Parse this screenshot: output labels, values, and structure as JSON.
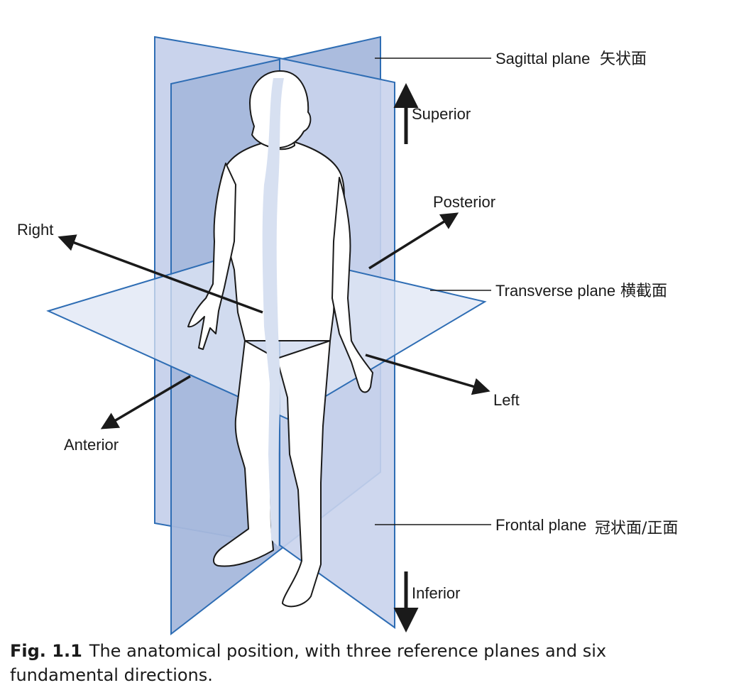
{
  "labels": {
    "sagittal": "Sagittal plane",
    "sagittal_cn": "矢状面",
    "transverse": "Transverse plane",
    "transverse_cn": "横截面",
    "frontal": "Frontal plane",
    "frontal_cn": "冠状面/正面",
    "superior": "Superior",
    "inferior": "Inferior",
    "posterior": "Posterior",
    "anterior": "Anterior",
    "right": "Right",
    "left": "Left"
  },
  "caption": {
    "figure": "Fig. 1.1",
    "text": "The anatomical position, with three reference planes and six fundamental directions."
  },
  "colors": {
    "plane_stroke": "#2e6db4",
    "sagittal_fill": "#a7b8dc",
    "frontal_fill": "#c9d3ec",
    "transverse_fill": "#dfe6f4",
    "body_fill": "#ffffff",
    "body_shadow": "#d7e0f1",
    "ink": "#1a1a1a"
  }
}
